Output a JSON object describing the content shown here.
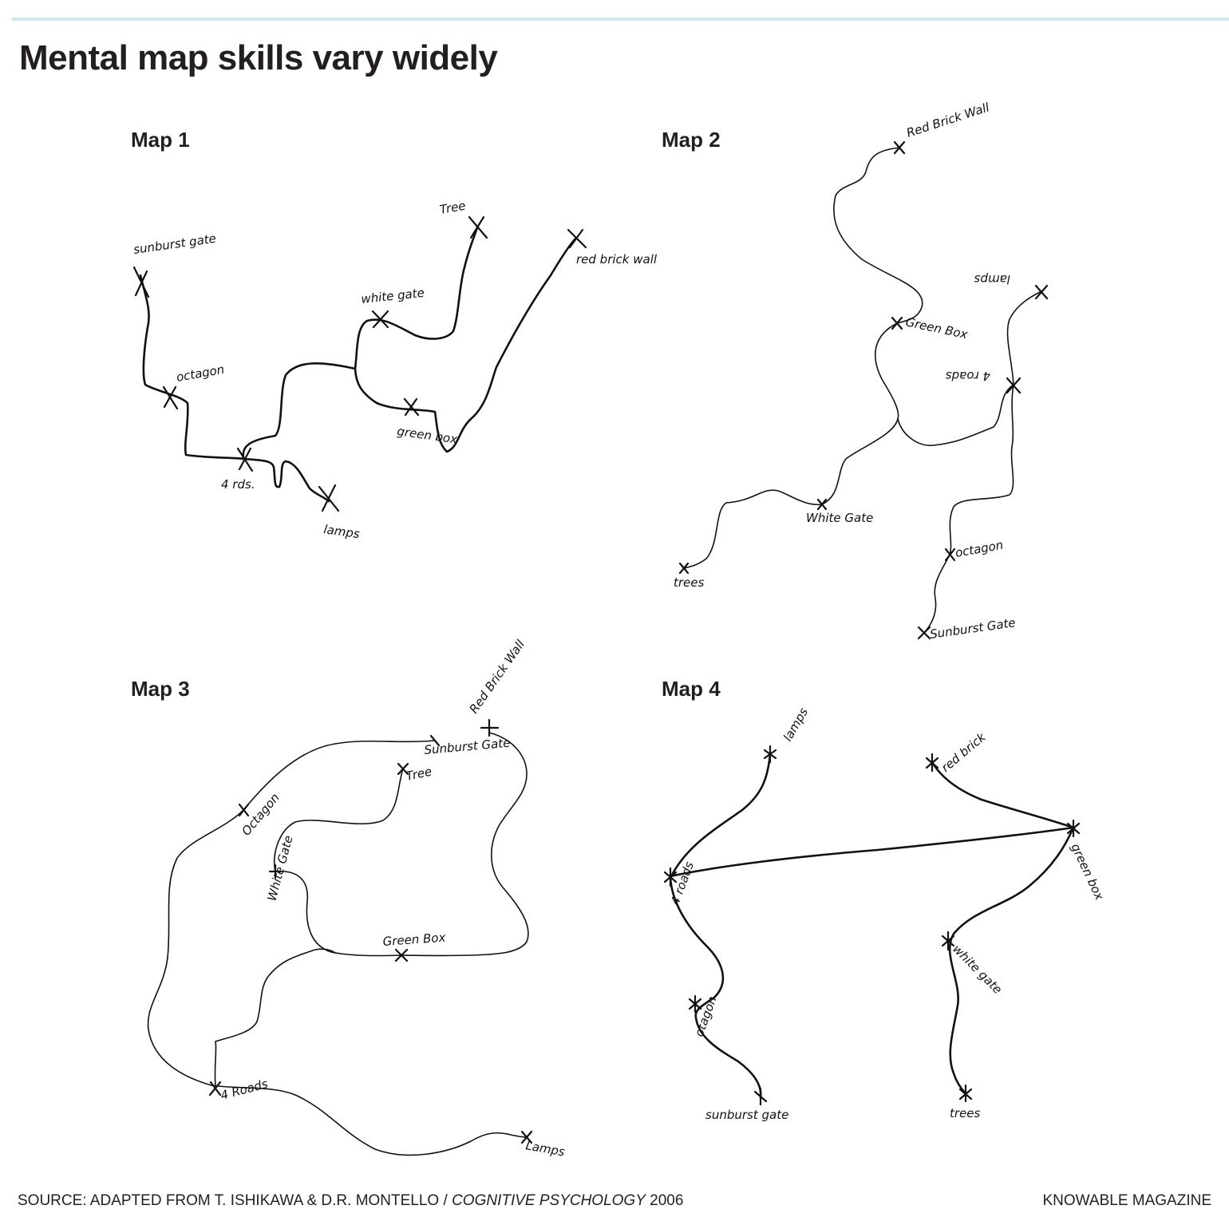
{
  "title": "Mental map skills vary widely",
  "maps": [
    {
      "label": "Map 1",
      "landmarks": [
        "sunburst gate",
        "octagon",
        "4 rds.",
        "lamps",
        "white gate",
        "Tree",
        "red brick wall",
        "green box"
      ]
    },
    {
      "label": "Map 2",
      "landmarks": [
        "Red Brick Wall",
        "Green Box",
        "lamps",
        "4 roads",
        "White Gate",
        "trees",
        "octagon",
        "Sunburst Gate"
      ]
    },
    {
      "label": "Map 3",
      "landmarks": [
        "Red Brick Wall",
        "Sunburst Gate",
        "Tree",
        "Octagon",
        "White Gate",
        "Green Box",
        "4 Roads",
        "Lamps"
      ]
    },
    {
      "label": "Map 4",
      "landmarks": [
        "lamps",
        "4 roads",
        "otagon",
        "sunburst gate",
        "red brick",
        "green box",
        "white gate",
        "trees"
      ]
    }
  ],
  "footer": {
    "source_prefix": "SOURCE: ADAPTED FROM T. ISHIKAWA & D.R. MONTELLO / ",
    "source_journal": "COGNITIVE PSYCHOLOGY",
    "source_year": " 2006",
    "credit": "KNOWABLE MAGAZINE"
  }
}
